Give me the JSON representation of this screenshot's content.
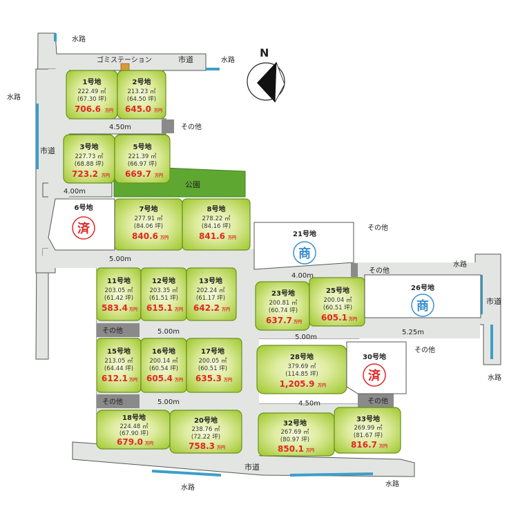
{
  "north_label": "N",
  "labels": {
    "gomi": "ゴミステーション",
    "shido_top": "市道",
    "shido_left": "市道",
    "shido_right": "市道",
    "shido_bottom": "市道",
    "suiro_top": "水路",
    "suiro_top_right": "水路",
    "suiro_left": "水路",
    "suiro_right": "水路",
    "suiro_bottom_left": "水路",
    "suiro_bottom_right": "水路",
    "koen": "公園",
    "road_450_a": "4.50m",
    "road_400_a": "4.00m",
    "road_500_a": "5.00m",
    "road_400_b": "4.00m",
    "road_500_b": "5.00m",
    "road_500_c": "5.00m",
    "road_525": "5.25m",
    "road_500_d": "5.00m",
    "road_450_b": "4.50m",
    "sonota_1": "その他",
    "sonota_2": "その他",
    "sonota_3": "その他",
    "sonota_4": "その他",
    "sonota_5": "その他",
    "sonota_6": "その他",
    "sonota_7": "その他"
  },
  "lots": [
    {
      "name": "1号地",
      "area_m2": "222.49 ㎡",
      "area_tsubo": "(67.30 坪)",
      "price": "706.6",
      "unit": "万円"
    },
    {
      "name": "2号地",
      "area_m2": "213.23 ㎡",
      "area_tsubo": "(64.50 坪)",
      "price": "645.0",
      "unit": "万円"
    },
    {
      "name": "3号地",
      "area_m2": "227.73 ㎡",
      "area_tsubo": "(68.88 坪)",
      "price": "723.2",
      "unit": "万円"
    },
    {
      "name": "5号地",
      "area_m2": "221.39 ㎡",
      "area_tsubo": "(66.97 坪)",
      "price": "669.7",
      "unit": "万円"
    },
    {
      "name": "7号地",
      "area_m2": "277.91 ㎡",
      "area_tsubo": "(84.06 坪)",
      "price": "840.6",
      "unit": "万円"
    },
    {
      "name": "8号地",
      "area_m2": "278.22 ㎡",
      "area_tsubo": "(84.16 坪)",
      "price": "841.6",
      "unit": "万円"
    },
    {
      "name": "11号地",
      "area_m2": "203.05 ㎡",
      "area_tsubo": "(61.42 坪)",
      "price": "583.4",
      "unit": "万円"
    },
    {
      "name": "12号地",
      "area_m2": "203.35 ㎡",
      "area_tsubo": "(61.51 坪)",
      "price": "615.1",
      "unit": "万円"
    },
    {
      "name": "13号地",
      "area_m2": "202.24 ㎡",
      "area_tsubo": "(61.17 坪)",
      "price": "642.2",
      "unit": "万円"
    },
    {
      "name": "23号地",
      "area_m2": "200.81 ㎡",
      "area_tsubo": "(60.74 坪)",
      "price": "637.7",
      "unit": "万円"
    },
    {
      "name": "25号地",
      "area_m2": "200.04 ㎡",
      "area_tsubo": "(60.51 坪)",
      "price": "605.1",
      "unit": "万円"
    },
    {
      "name": "15号地",
      "area_m2": "213.05 ㎡",
      "area_tsubo": "(64.44 坪)",
      "price": "612.1",
      "unit": "万円"
    },
    {
      "name": "16号地",
      "area_m2": "200.14 ㎡",
      "area_tsubo": "(60.54 坪)",
      "price": "605.4",
      "unit": "万円"
    },
    {
      "name": "17号地",
      "area_m2": "200.05 ㎡",
      "area_tsubo": "(60.51 坪)",
      "price": "635.3",
      "unit": "万円"
    },
    {
      "name": "28号地",
      "area_m2": "379.69 ㎡",
      "area_tsubo": "(114.85 坪)",
      "price": "1,205.9",
      "unit": "万円"
    },
    {
      "name": "18号地",
      "area_m2": "224.48 ㎡",
      "area_tsubo": "(67.90 坪)",
      "price": "679.0",
      "unit": "万円"
    },
    {
      "name": "20号地",
      "area_m2": "238.76 ㎡",
      "area_tsubo": "(72.22 坪)",
      "price": "758.3",
      "unit": "万円"
    },
    {
      "name": "32号地",
      "area_m2": "267.69 ㎡",
      "area_tsubo": "(80.97 坪)",
      "price": "850.1",
      "unit": "万円"
    },
    {
      "name": "33号地",
      "area_m2": "269.99 ㎡",
      "area_tsubo": "(81.67 坪)",
      "price": "816.7",
      "unit": "万円"
    }
  ],
  "special_lots": [
    {
      "name": "6号地",
      "status": "済"
    },
    {
      "name": "21号地",
      "status": "商"
    },
    {
      "name": "26号地",
      "status": "商"
    },
    {
      "name": "30号地",
      "status": "済"
    }
  ],
  "colors": {
    "lot_green": "#b7d84a",
    "lot_center": "#f4f8d2",
    "park_green": "#5ea832",
    "road_gray": "#e3e5e3",
    "other_gray": "#8a8a8a",
    "water_blue": "#5cb8d8",
    "sold_red": "#e02626",
    "commercial_blue": "#3a8fd0",
    "price_red": "#e02626"
  }
}
